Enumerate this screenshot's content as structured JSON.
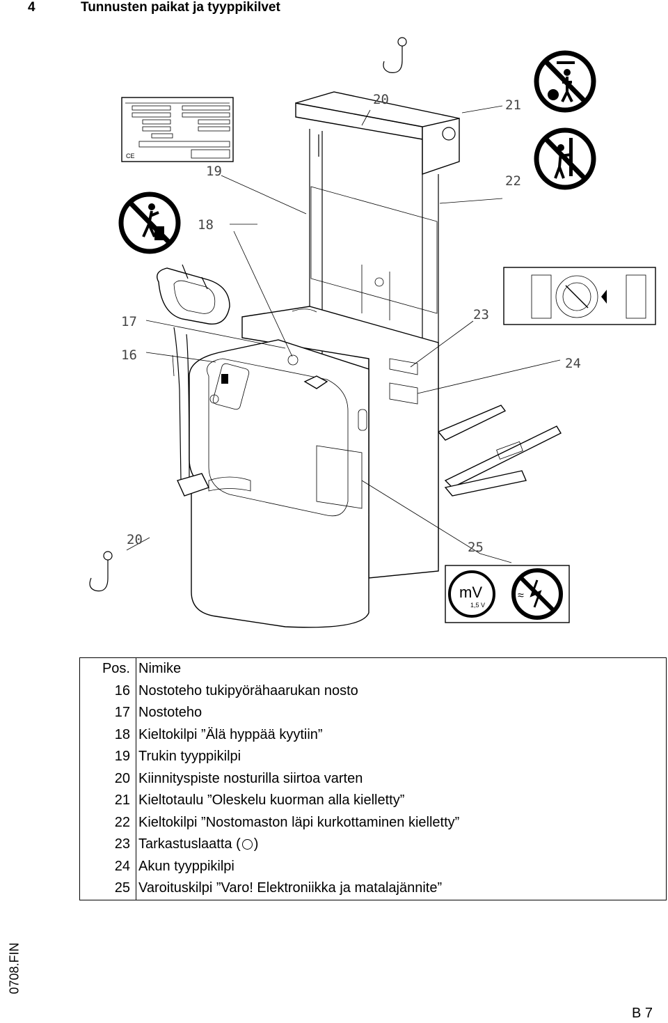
{
  "header": {
    "section_number": "4",
    "section_title": "Tunnusten paikat ja tyyppikilvet"
  },
  "callouts": [
    "20",
    "21",
    "19",
    "22",
    "18",
    "17",
    "23",
    "16",
    "24",
    "20",
    "25"
  ],
  "labels": {
    "mv": "mV",
    "voltage": "1,5 V",
    "approx": "≈",
    "ce": "CE"
  },
  "legend": {
    "header": {
      "pos": "Pos.",
      "name": "Nimike"
    },
    "rows": [
      {
        "pos": "16",
        "name": "Nostoteho tukipyörähaarukan nosto"
      },
      {
        "pos": "17",
        "name": "Nostoteho"
      },
      {
        "pos": "18",
        "name": "Kieltokilpi ”Älä hyppää kyytiin”"
      },
      {
        "pos": "19",
        "name": "Trukin tyyppikilpi"
      },
      {
        "pos": "20",
        "name": "Kiinnityspiste nosturilla siirtoa varten"
      },
      {
        "pos": "21",
        "name": "Kieltotaulu ”Oleskelu kuorman alla kielletty”"
      },
      {
        "pos": "22",
        "name": "Kieltokilpi ”Nostomaston läpi kurkottaminen kielletty”"
      },
      {
        "pos": "23",
        "name": "Tarkastuslaatta (",
        "suffix": ")"
      },
      {
        "pos": "24",
        "name": "Akun tyyppikilpi"
      },
      {
        "pos": "25",
        "name": "Varoituskilpi ”Varo! Elektroniikka ja matalajännite”"
      }
    ]
  },
  "footer": {
    "doc_ref": "0708.FIN",
    "page": "B 7"
  }
}
